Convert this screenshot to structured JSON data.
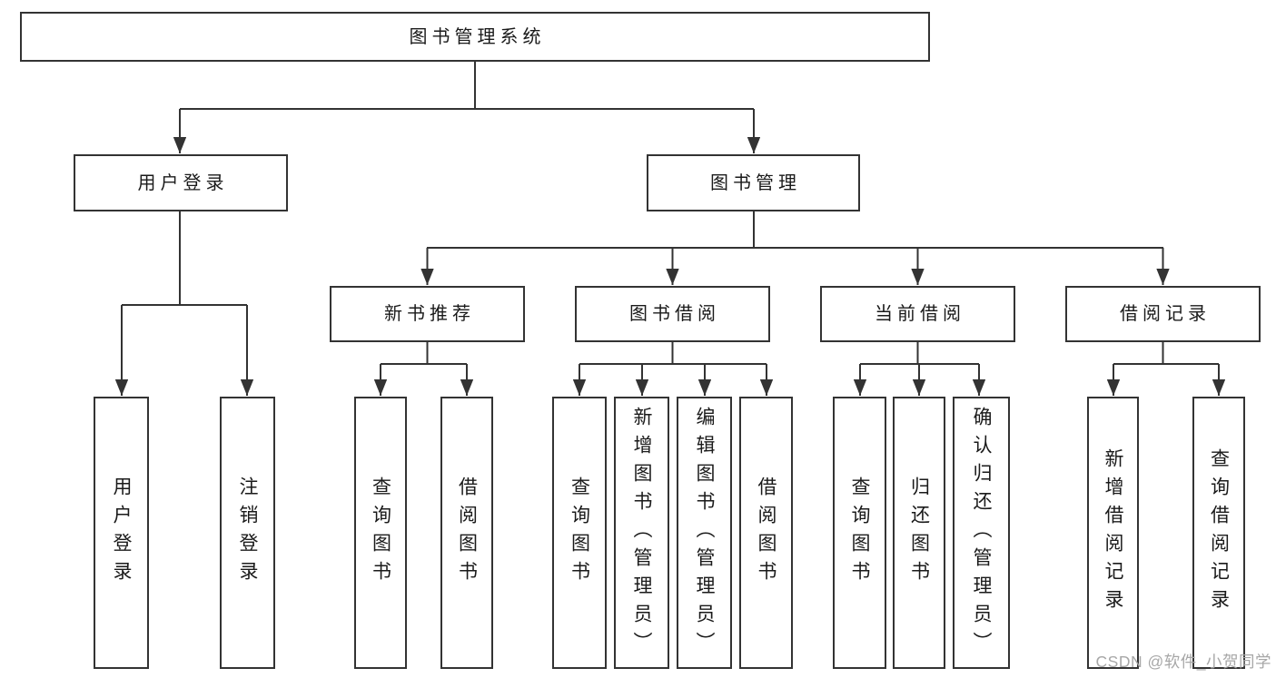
{
  "diagram": {
    "root": "图书管理系统",
    "login": {
      "label": "用户登录",
      "leaves": [
        "用户登录",
        "注销登录"
      ]
    },
    "management": {
      "label": "图书管理",
      "groups": [
        {
          "label": "新书推荐",
          "leaves": [
            "查询图书",
            "借阅图书"
          ]
        },
        {
          "label": "图书借阅",
          "leaves": [
            "查询图书",
            "新增图书（管理员）",
            "编辑图书（管理员）",
            "借阅图书"
          ]
        },
        {
          "label": "当前借阅",
          "leaves": [
            "查询图书",
            "归还图书",
            "确认归还（管理员）"
          ]
        },
        {
          "label": "借阅记录",
          "leaves": [
            "新增借阅记录",
            "查询借阅记录"
          ]
        }
      ]
    }
  },
  "watermark": {
    "text": "CSDN @软件_小贺同学"
  },
  "colors": {
    "line": "#333333",
    "box_border": "#333333",
    "text": "#1a1a1a",
    "watermark": "#a3a3a3",
    "background": "#ffffff"
  }
}
